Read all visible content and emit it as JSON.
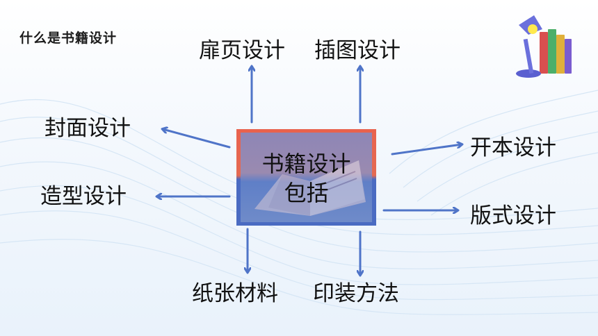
{
  "slide": {
    "title": "什么是书籍设计",
    "center": {
      "line1": "书籍设计",
      "line2": "包括"
    },
    "items": {
      "top_left": "扉页设计",
      "top_right": "插图设计",
      "left_upper": "封面设计",
      "left_lower": "造型设计",
      "right_upper": "开本设计",
      "right_lower": "版式设计",
      "bottom_left": "纸张材料",
      "bottom_right": "印装方法"
    }
  },
  "colors": {
    "arrow": "#4f74c8",
    "box_top": "#e9624e",
    "box_bottom": "#4a6bc2"
  },
  "icons": {
    "decoration": "desk-lamp-books-icon"
  }
}
